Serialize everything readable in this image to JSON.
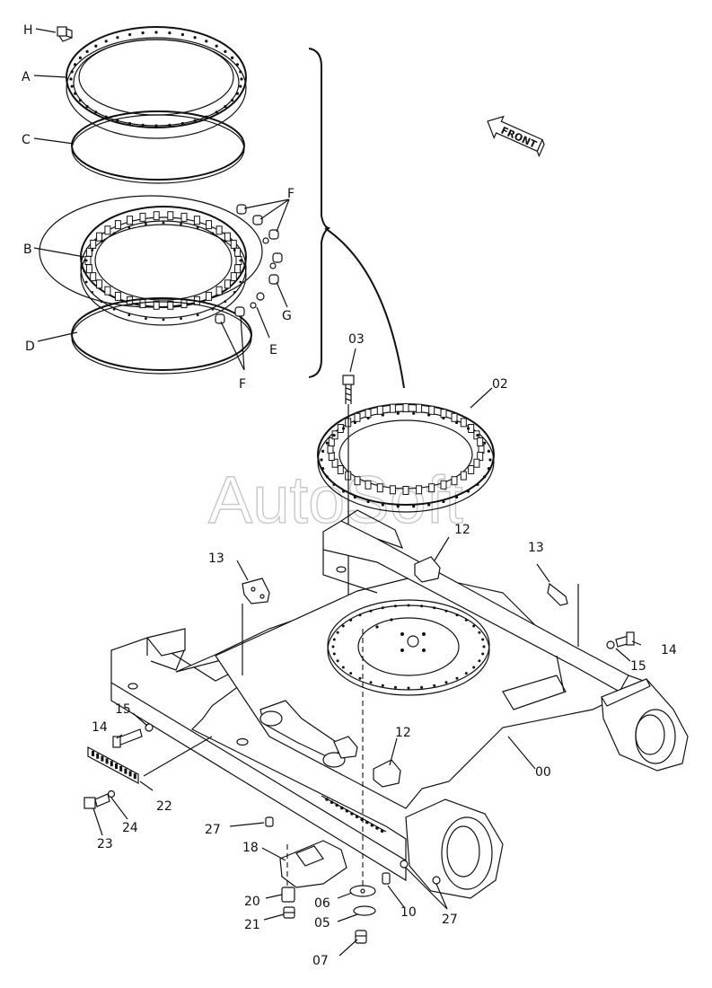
{
  "watermark": "AutoSoft",
  "front_label": "FRONT",
  "labels": {
    "H": "H",
    "A": "A",
    "C": "C",
    "B": "B",
    "D": "D",
    "F_top": "F",
    "F_bottom": "F",
    "G": "G",
    "E": "E",
    "p03": "03",
    "p02": "02",
    "p12_top": "12",
    "p12_bottom": "12",
    "p13_left": "13",
    "p13_right": "13",
    "p14_left": "14",
    "p14_right": "14",
    "p15_left": "15",
    "p15_right": "15",
    "p22": "22",
    "p23": "23",
    "p24": "24",
    "p27_left": "27",
    "p27_right": "27",
    "p18": "18",
    "p20": "20",
    "p21": "21",
    "p06": "06",
    "p05": "05",
    "p07": "07",
    "p10": "10",
    "p00": "00"
  }
}
